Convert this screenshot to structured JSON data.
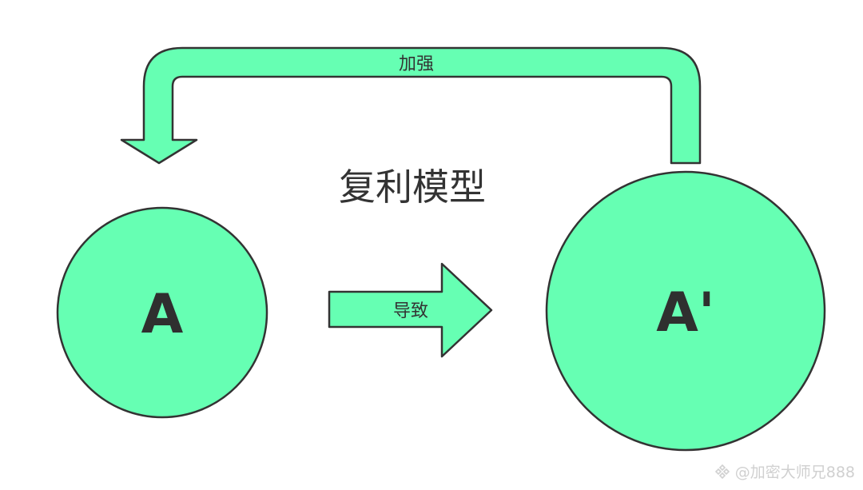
{
  "title": "复利模型",
  "nodes": {
    "left": "A",
    "right": "A'"
  },
  "arrows": {
    "forward_label": "导致",
    "feedback_label": "加强"
  },
  "watermark": {
    "text": "@加密大师兄888",
    "icon": "exchange-logo-icon"
  },
  "colors": {
    "fill": "#66ffb3",
    "stroke": "#333333"
  }
}
